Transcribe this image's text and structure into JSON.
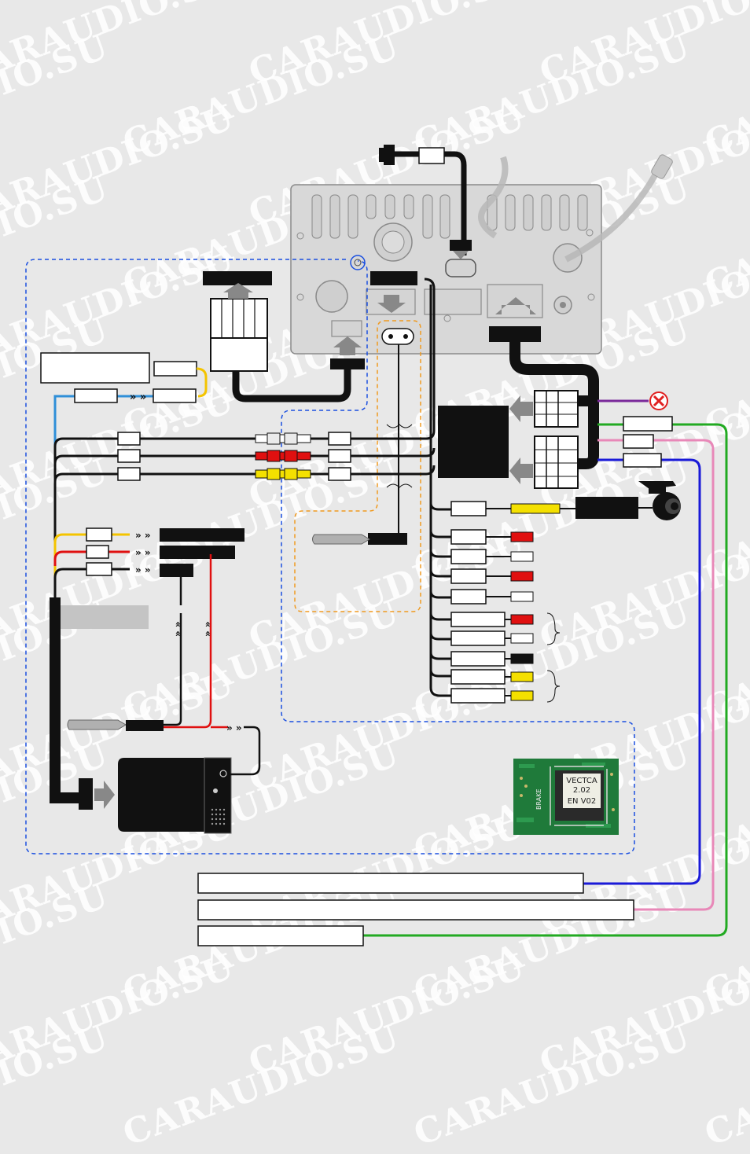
{
  "watermark": {
    "text": "CARAUDIO.SU",
    "color": "#ffffff"
  },
  "pcb_chip": {
    "line1": "VECTCA",
    "line2": "2.02",
    "line3": "EN V02",
    "side_label": "BRAKE"
  },
  "colors": {
    "background": "#e8e8e8",
    "cable": "#000000",
    "wire_blue": "#1a1ad8",
    "wire_pink": "#e888b8",
    "wire_green": "#22aa22",
    "wire_purple": "#7a2a9a",
    "wire_yellow": "#f4c400",
    "wire_red": "#e01010",
    "wire_lightblue": "#2f8fd8",
    "dashed_blue": "#1a4fe0",
    "dashed_orange": "#f09a20",
    "arrow_gray": "#888888",
    "label_fill": "#ffffff",
    "disconnect_red": "#e02020"
  }
}
